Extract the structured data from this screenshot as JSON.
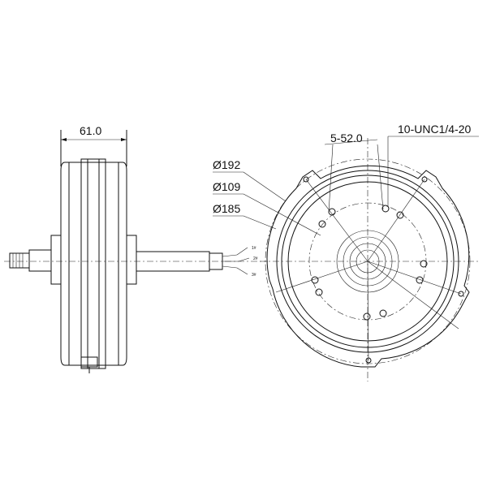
{
  "dimensions": {
    "width": "61.0",
    "angle": "5-52.0",
    "thread": "10-UNC1/4-20",
    "d192": "Ø192",
    "d109": "Ø109",
    "d185": "Ø185"
  },
  "wires": [
    "1#",
    "2#",
    "3#"
  ]
}
